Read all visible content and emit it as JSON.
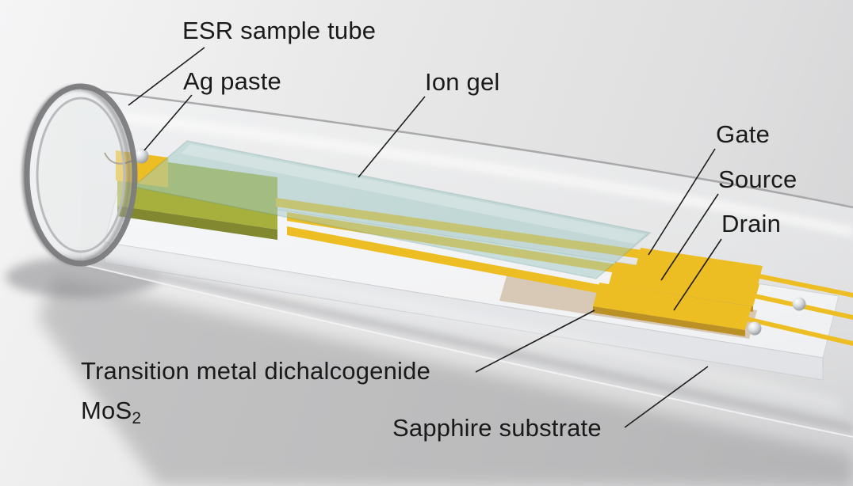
{
  "labels": {
    "esr_tube": "ESR sample tube",
    "ag_paste": "Ag paste",
    "ion_gel": "Ion gel",
    "gate": "Gate",
    "source": "Source",
    "drain": "Drain",
    "tmd_line": "Transition metal dichalcogenide",
    "tmd_formula_base": "MoS",
    "tmd_formula_sub": "2",
    "sapphire": "Sapphire substrate"
  },
  "colors": {
    "gold": "#eab400",
    "gold_shadow": "#b07e00",
    "gate_pad_olive": "#99a31d",
    "olive_shadow": "#6e750f",
    "ion_gel_teal": "#8fc0bc",
    "mos2_brown": "#ad8255",
    "label_text": "#1a1a1a"
  }
}
